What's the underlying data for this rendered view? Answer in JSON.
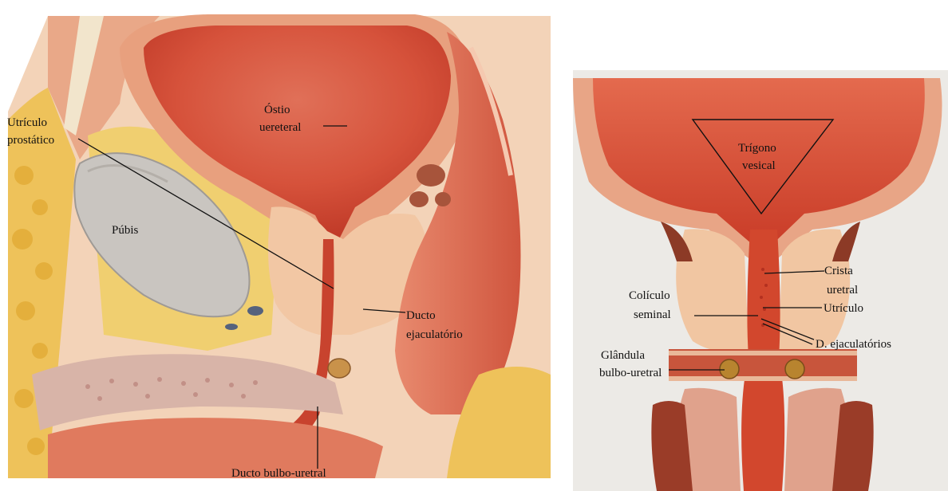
{
  "left_figure": {
    "labels": {
      "ostio_line1": "Óstio",
      "ostio_line2": "uereteral",
      "utriculo_line1": "Utrículo",
      "utriculo_line2": "prostático",
      "pubis": "Púbis",
      "ducto_ejac_line1": "Ducto",
      "ducto_ejac_line2": "ejaculatório",
      "ducto_bulbo": "Ducto bulbo-uretral"
    }
  },
  "right_figure": {
    "labels": {
      "trigono_line1": "Trígono",
      "trigono_line2": "vesical",
      "crista_line1": "Crista",
      "crista_line2": "uretral",
      "coliculo_line1": "Colículo",
      "coliculo_line2": "seminal",
      "utriculo": "Utrículo",
      "d_ejac": "D. ejaculatórios",
      "glandula_line1": "Glândula",
      "glandula_line2": "bulbo-uretral"
    }
  }
}
